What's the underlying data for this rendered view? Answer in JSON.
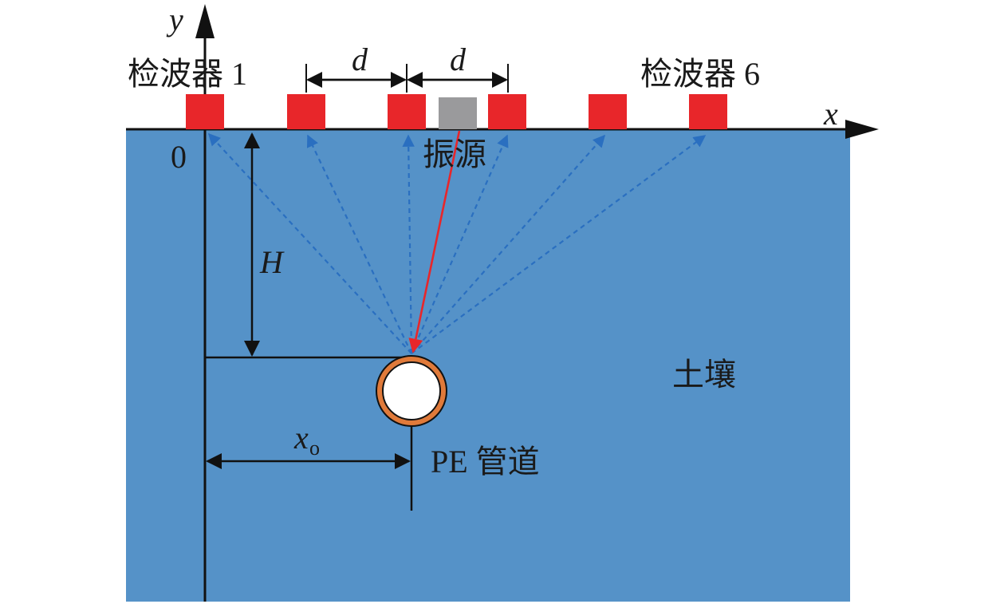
{
  "labels": {
    "y_axis": "y",
    "x_axis": "x",
    "origin": "0",
    "geophone_first": "检波器 1",
    "geophone_last": "检波器 6",
    "spacing_1": "d",
    "spacing_2": "d",
    "source": "振源",
    "depth": "H",
    "offset_main": "x",
    "offset_sub": "o",
    "pipe": "PE 管道",
    "soil": "土壤"
  },
  "colors": {
    "soil": "#5592c8",
    "geophone": "#e8262a",
    "source": "#9a9a9c",
    "ray": "#2a6fc0",
    "incident_ray": "#e8262a",
    "pipe_ring": "#e07a3a",
    "pipe_inner": "#ffffff",
    "axis": "#111111"
  },
  "geophones": [
    "geophone-1",
    "geophone-2",
    "geophone-3",
    "geophone-4",
    "geophone-5",
    "geophone-6"
  ]
}
